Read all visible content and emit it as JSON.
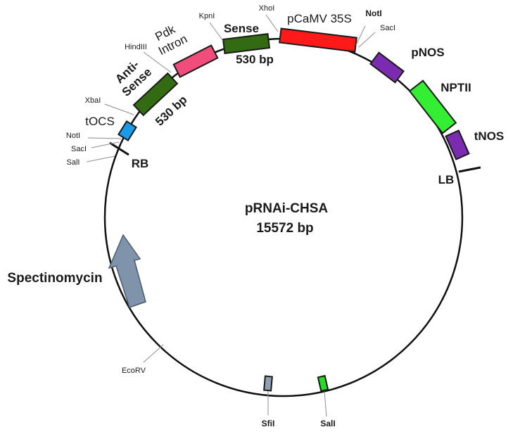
{
  "plasmid": {
    "name": "pRNAi-CHSA",
    "size": "15572 bp"
  },
  "features": {
    "pcamv35s": "pCaMV 35S",
    "sense": "Sense",
    "sense_size": "530 bp",
    "pdk_intron_line1": "Pdk",
    "pdk_intron_line2": "Intron",
    "antisense_line1": "Anti-",
    "antisense_line2": "Sense",
    "antisense_size": "530 bp",
    "tocs": "tOCS",
    "rb": "RB",
    "pnos": "pNOS",
    "nptii": "NPTII",
    "tnos": "tNOS",
    "lb": "LB",
    "spectinomycin": "Spectinomycin"
  },
  "sites": {
    "xhoi": "XhoI",
    "kpni": "KpnI",
    "hindiii": "HindIII",
    "xbai": "XbaI",
    "noti_left": "NotI",
    "saci_left": "SacI",
    "sali_left": "SalI",
    "noti_right": "NotI",
    "saci_right": "SacI",
    "ecorv": "EcoRV",
    "sfii": "SfiI",
    "sali_bottom": "SalI"
  },
  "colors": {
    "pcamv35s": "#ff1a1a",
    "sense": "#336b12",
    "pdk_intron": "#f04d7a",
    "antisense": "#336b12",
    "tocs": "#1a9be8",
    "pnos": "#7a2bb0",
    "nptii": "#33ee33",
    "tnos": "#7a2bb0",
    "spectinomycin": "#7f93ab",
    "sfii": "#8fa0b4",
    "sali_marker": "#22dd22"
  }
}
